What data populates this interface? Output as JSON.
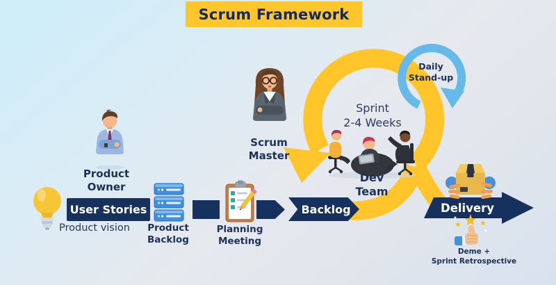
{
  "title": "Scrum Framework",
  "flow": {
    "user_stories": "User Stories",
    "product_vision": "Product vision",
    "product_backlog": "Product Backlog",
    "planning_meeting": "Planning Meeting",
    "backlog": "Backlog",
    "delivery": "Delivery"
  },
  "roles": {
    "product_owner": "Product Owner",
    "scrum_master": "Scrum Master",
    "dev_team": "Dev Team"
  },
  "sprint": {
    "line1": "Sprint",
    "line2": "2-4 Weeks"
  },
  "daily_standup": {
    "line1": "Daily",
    "line2": "Stand-up"
  },
  "ceremony": {
    "line1": "Deme +",
    "line2": "Sprint Retrospective"
  },
  "colors": {
    "navy": "#17315E",
    "yellow": "#FFC52B",
    "sky_blue": "#66BAE9",
    "banner_yellow": "#FFC72C",
    "background_top_left": "#CDEEFB",
    "background_bottom_right": "#D8E2EF"
  },
  "icons": {
    "light_bulb": "light-bulb-icon",
    "server_stack": "server-stack-icon",
    "clipboard": "clipboard-checklist-icon",
    "package": "package-in-hands-icon",
    "thumbs_up": "thumbs-up-stars-icon",
    "sprint_loop": "sprint-loop-arrow-icon",
    "daily_loop": "daily-standup-loop-arrow-icon"
  }
}
